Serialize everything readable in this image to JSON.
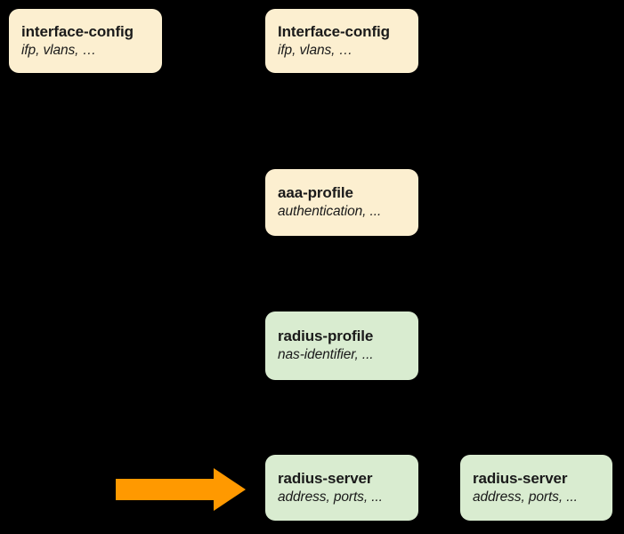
{
  "diagram": {
    "background_color": "#000000",
    "palette": {
      "cream": "#fcefd0",
      "green": "#d9ecd0",
      "arrow_orange": "#ff9900",
      "text": "#1a1a1a"
    },
    "nodes": [
      {
        "id": "interface-config-left",
        "title": "interface-config",
        "subtitle": "ifp, vlans, …",
        "fill": "cream"
      },
      {
        "id": "interface-config-mid",
        "title": "Interface-config",
        "subtitle": "ifp, vlans, …",
        "fill": "cream"
      },
      {
        "id": "aaa-profile",
        "title": "aaa-profile",
        "subtitle": "authentication, ...",
        "fill": "cream"
      },
      {
        "id": "radius-profile",
        "title": "radius-profile",
        "subtitle": "nas-identifier, ...",
        "fill": "green"
      },
      {
        "id": "radius-server-mid",
        "title": "radius-server",
        "subtitle": "address, ports, ...",
        "fill": "green"
      },
      {
        "id": "radius-server-right",
        "title": "radius-server",
        "subtitle": "address, ports, ...",
        "fill": "green"
      }
    ],
    "arrow": {
      "name": "right-arrow-icon",
      "direction": "right",
      "color": "#ff9900"
    }
  }
}
